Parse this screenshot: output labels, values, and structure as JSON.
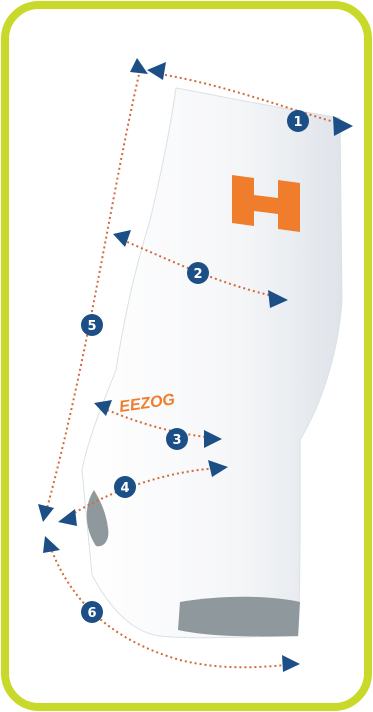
{
  "colors": {
    "frame": "#c8d92a",
    "sock": "#f4f5f7",
    "sock_shadow": "#dde2e8",
    "grey_zone": "#8f989c",
    "accent": "#ef7d2c",
    "marker": "#1b4f86",
    "dots": "#d46a3a"
  },
  "brand": {
    "logo_icon": "h-logo-icon",
    "band_text": "EEZOG"
  },
  "measurements": [
    {
      "number": "1"
    },
    {
      "number": "2"
    },
    {
      "number": "3"
    },
    {
      "number": "4"
    },
    {
      "number": "5"
    },
    {
      "number": "6"
    }
  ]
}
